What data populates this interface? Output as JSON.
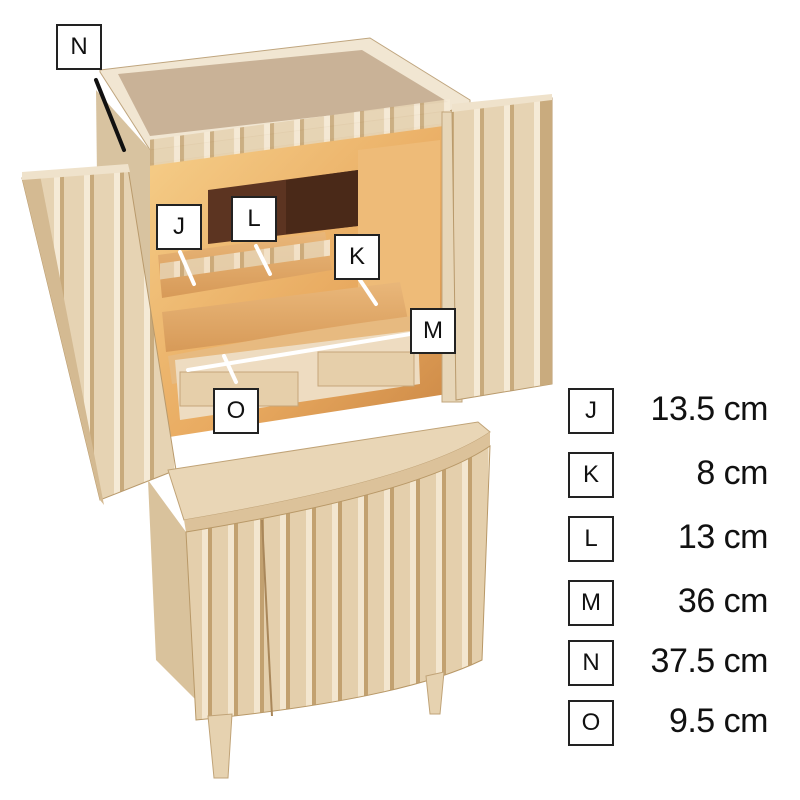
{
  "callouts": {
    "N": "N",
    "J": "J",
    "L": "L",
    "K": "K",
    "M": "M",
    "O": "O"
  },
  "legend": [
    {
      "key": "J",
      "value": "13.5 cm"
    },
    {
      "key": "K",
      "value": "8 cm"
    },
    {
      "key": "L",
      "value": "13 cm"
    },
    {
      "key": "M",
      "value": "36 cm"
    },
    {
      "key": "N",
      "value": "37.5 cm"
    },
    {
      "key": "O",
      "value": "9.5 cm"
    }
  ],
  "colors": {
    "wood_light": "#e9d9bf",
    "wood_mid": "#d9c19c",
    "wood_dark": "#b8955f",
    "interior_glow": "#f2c27a",
    "interior_warm": "#d9924a",
    "interior_back": "#5a3320",
    "top_panel": "#cdb79c",
    "measure_line": "#ffffff"
  }
}
